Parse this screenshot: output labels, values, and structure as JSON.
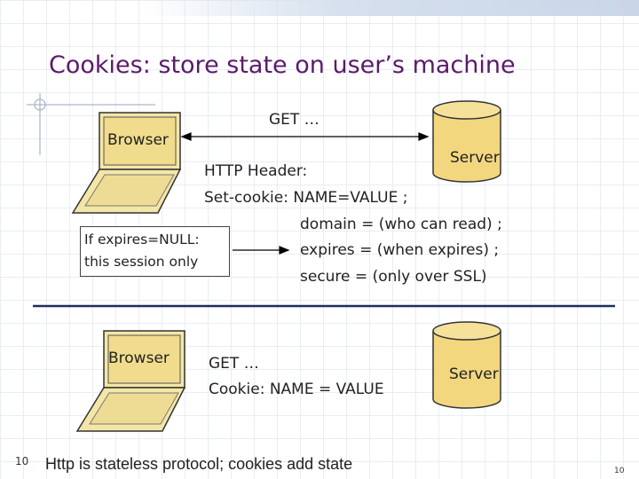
{
  "slide": {
    "title": "Cookies: store state on user’s machine",
    "footer_text": "Http is stateless protocol; cookies add state",
    "slide_number_left": "10",
    "slide_number_right": "10"
  },
  "top_exchange": {
    "browser_label": "Browser",
    "server_label": "Server",
    "request": "GET …",
    "response_line1": "HTTP Header:",
    "response_line2": "Set-cookie: NAME=VALUE ;",
    "response_line3": "domain = (who can read) ;",
    "response_line4": "expires = (when expires) ;",
    "response_line5": "secure = (only over SSL)",
    "note_line1": "If expires=NULL:",
    "note_line2": "this session only"
  },
  "bottom_exchange": {
    "browser_label": "Browser",
    "server_label": "Server",
    "request_line1": "GET …",
    "request_line2": "Cookie:  NAME = VALUE"
  },
  "colors": {
    "title": "#5b1a6b",
    "server_fill": "#f3d77f",
    "laptop_fill": "#f4e6a6"
  }
}
